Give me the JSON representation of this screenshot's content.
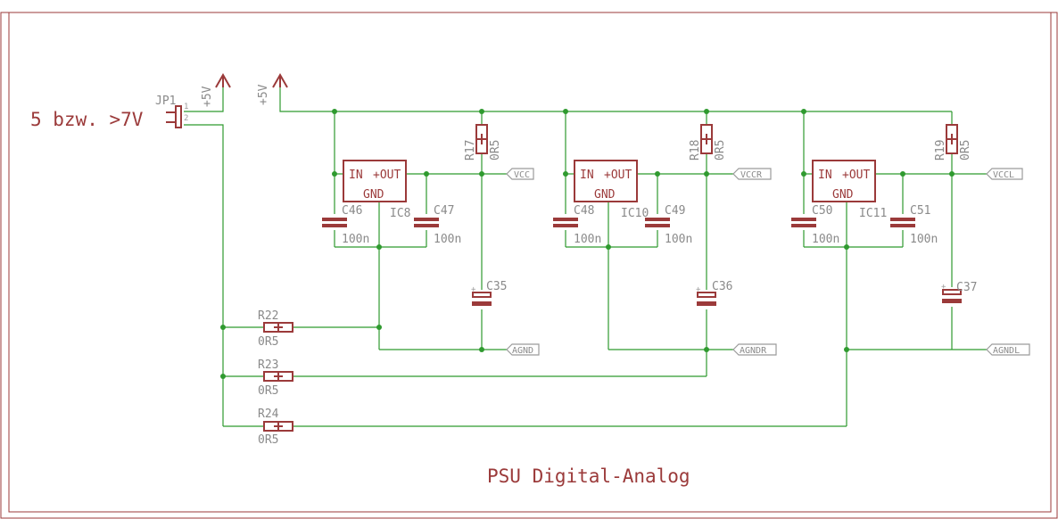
{
  "title": "PSU Digital-Analog",
  "supply": {
    "input_label": "5 bzw. >7V",
    "connector_name": "JP1",
    "pin1": "1",
    "pin2": "2",
    "rail_a": "+5V",
    "rail_b": "+5V"
  },
  "regulators": [
    {
      "name": "IC8",
      "in_pin": "IN",
      "out_pin": "+OUT",
      "gnd_pin": "GND",
      "c_in": "C46",
      "c_in_value": "100n",
      "c_out": "C47",
      "c_out_value": "100n",
      "r_name": "R17",
      "r_value": "0R5",
      "elko": "C35",
      "vcc_net": "VCC",
      "agnd_net": "AGND"
    },
    {
      "name": "IC10",
      "in_pin": "IN",
      "out_pin": "+OUT",
      "gnd_pin": "GND",
      "c_in": "C48",
      "c_in_value": "100n",
      "c_out": "C49",
      "c_out_value": "100n",
      "r_name": "R18",
      "r_value": "0R5",
      "elko": "C36",
      "vcc_net": "VCCR",
      "agnd_net": "AGNDR"
    },
    {
      "name": "IC11",
      "in_pin": "IN",
      "out_pin": "+OUT",
      "gnd_pin": "GND",
      "c_in": "C50",
      "c_in_value": "100n",
      "c_out": "C51",
      "c_out_value": "100n",
      "r_name": "R19",
      "r_value": "0R5",
      "elko": "C37",
      "vcc_net": "VCCL",
      "agnd_net": "AGNDL"
    }
  ],
  "ground_resistors": [
    {
      "name": "R22",
      "value": "0R5"
    },
    {
      "name": "R23",
      "value": "0R5"
    },
    {
      "name": "R24",
      "value": "0R5"
    }
  ],
  "colors": {
    "wire": "#2f9a2f",
    "part": "#9b3a3a",
    "net_label": "#9b9b9b",
    "frame": "#9b3a3a"
  }
}
